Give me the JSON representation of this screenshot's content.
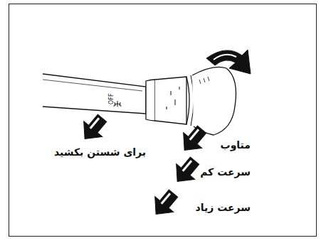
{
  "diagram": {
    "labels": [
      "OFF",
      "متاوب",
      "برای شستن بکشید",
      "سرعت کم",
      "سرعت زیاد"
    ]
  }
}
